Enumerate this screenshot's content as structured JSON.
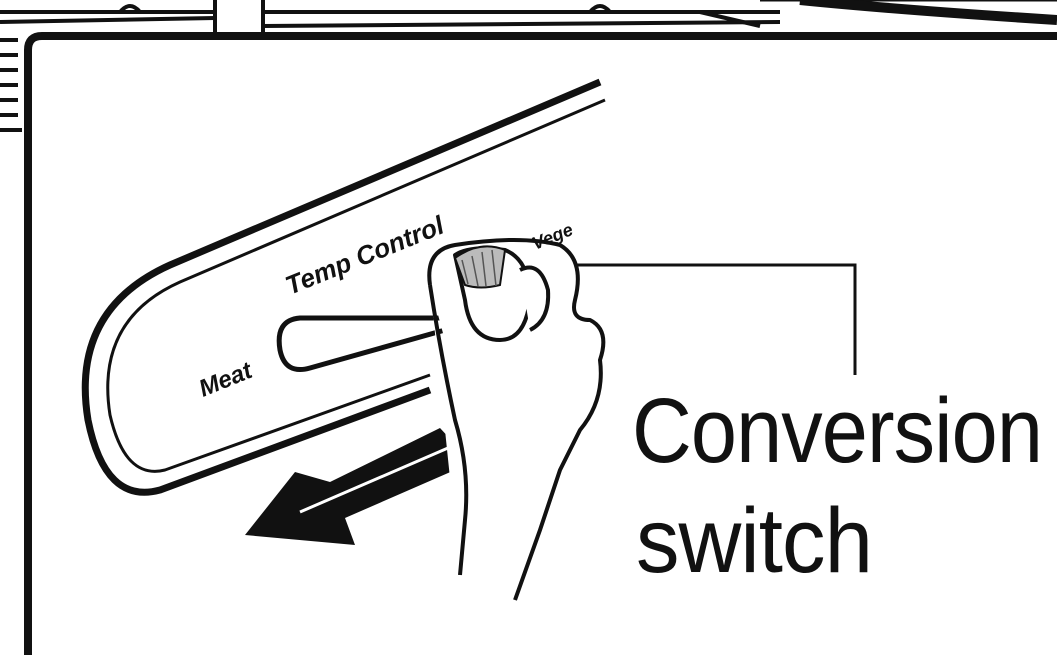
{
  "panel": {
    "title": "Temp Control",
    "left_label": "Meat",
    "right_label_partial": "Vege"
  },
  "callout": {
    "line1": "Conversion",
    "line2": "switch"
  }
}
